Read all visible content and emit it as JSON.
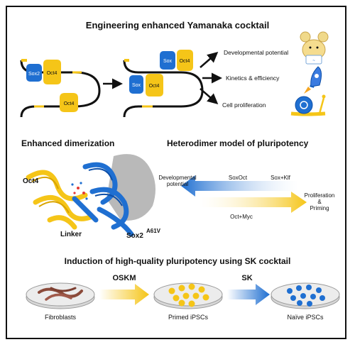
{
  "colors": {
    "blue": "#1f6fd1",
    "blue_dark": "#0d4fa8",
    "yellow": "#f5c518",
    "yellow_dark": "#d9a400",
    "ink": "#111111",
    "grey": "#b9b9b9",
    "dish": "#e2e2e2"
  },
  "section1": {
    "title": "Engineering enhanced Yamanaka cocktail",
    "left_labels": {
      "sox2": "Sox2",
      "oct4": "Oct4",
      "oct4_free": "Oct4"
    },
    "right_labels": {
      "sox": "Sox",
      "oct4_top": "Oct4",
      "sox_mid": "Sox",
      "oct4_mid": "Oct4"
    },
    "outcomes": [
      {
        "label": "Developmental potential",
        "icon": "mouse-icon"
      },
      {
        "label": "Kinetics & efficiency",
        "icon": "rocket-icon"
      },
      {
        "label": "Cell proliferation",
        "icon": "snail-icon"
      }
    ]
  },
  "section2": {
    "title_left": "Enhanced dimerization",
    "title_right": "Heterodimer model of pluripotency",
    "structure_labels": {
      "oct4": "Oct4",
      "linker": "Linker",
      "sox2": "Sox2",
      "sox2_sup": "A61V"
    },
    "model": {
      "left_label": "Developmental potential",
      "right_label": "Proliferation & Priming",
      "top_arrow_labels": [
        "SoxOct",
        "Sox+Klf"
      ],
      "bottom_arrow_label": "Oct+Myc"
    }
  },
  "section3": {
    "title": "Induction of high-quality pluripotency using SK cocktail",
    "steps": [
      {
        "label": "Fibroblasts"
      },
      {
        "label": "Primed iPSCs"
      },
      {
        "label": "Naïve iPSCs"
      }
    ],
    "arrows": [
      "OSKM",
      "SK"
    ]
  }
}
